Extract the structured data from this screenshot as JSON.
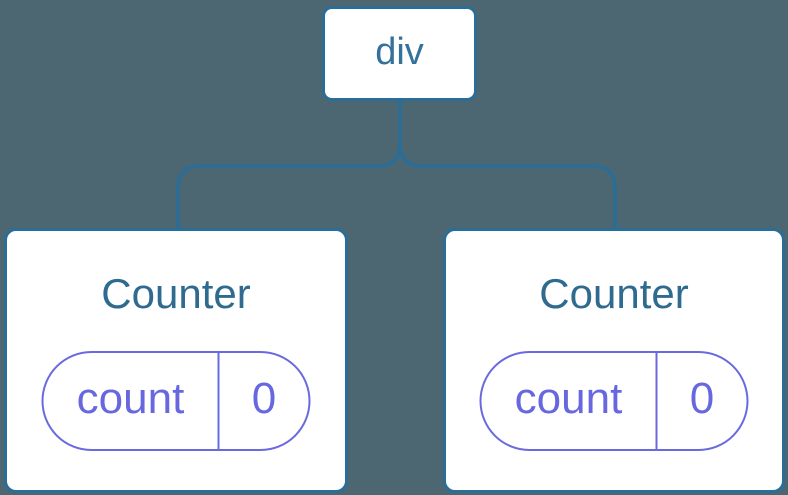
{
  "diagram": {
    "root": {
      "label": "div"
    },
    "children": [
      {
        "title": "Counter",
        "state": {
          "label": "count",
          "value": "0"
        }
      },
      {
        "title": "Counter",
        "state": {
          "label": "count",
          "value": "0"
        }
      }
    ]
  },
  "colors": {
    "background": "#4D6772",
    "node_fill": "#FFFFFF",
    "node_border": "#2A6D97",
    "connector_line": "#2A6D97",
    "root_label_text": "#35719A",
    "component_title_text": "#2F6A8F",
    "state_pill_border": "#6A6ADE",
    "state_pill_text": "#6768DF"
  }
}
